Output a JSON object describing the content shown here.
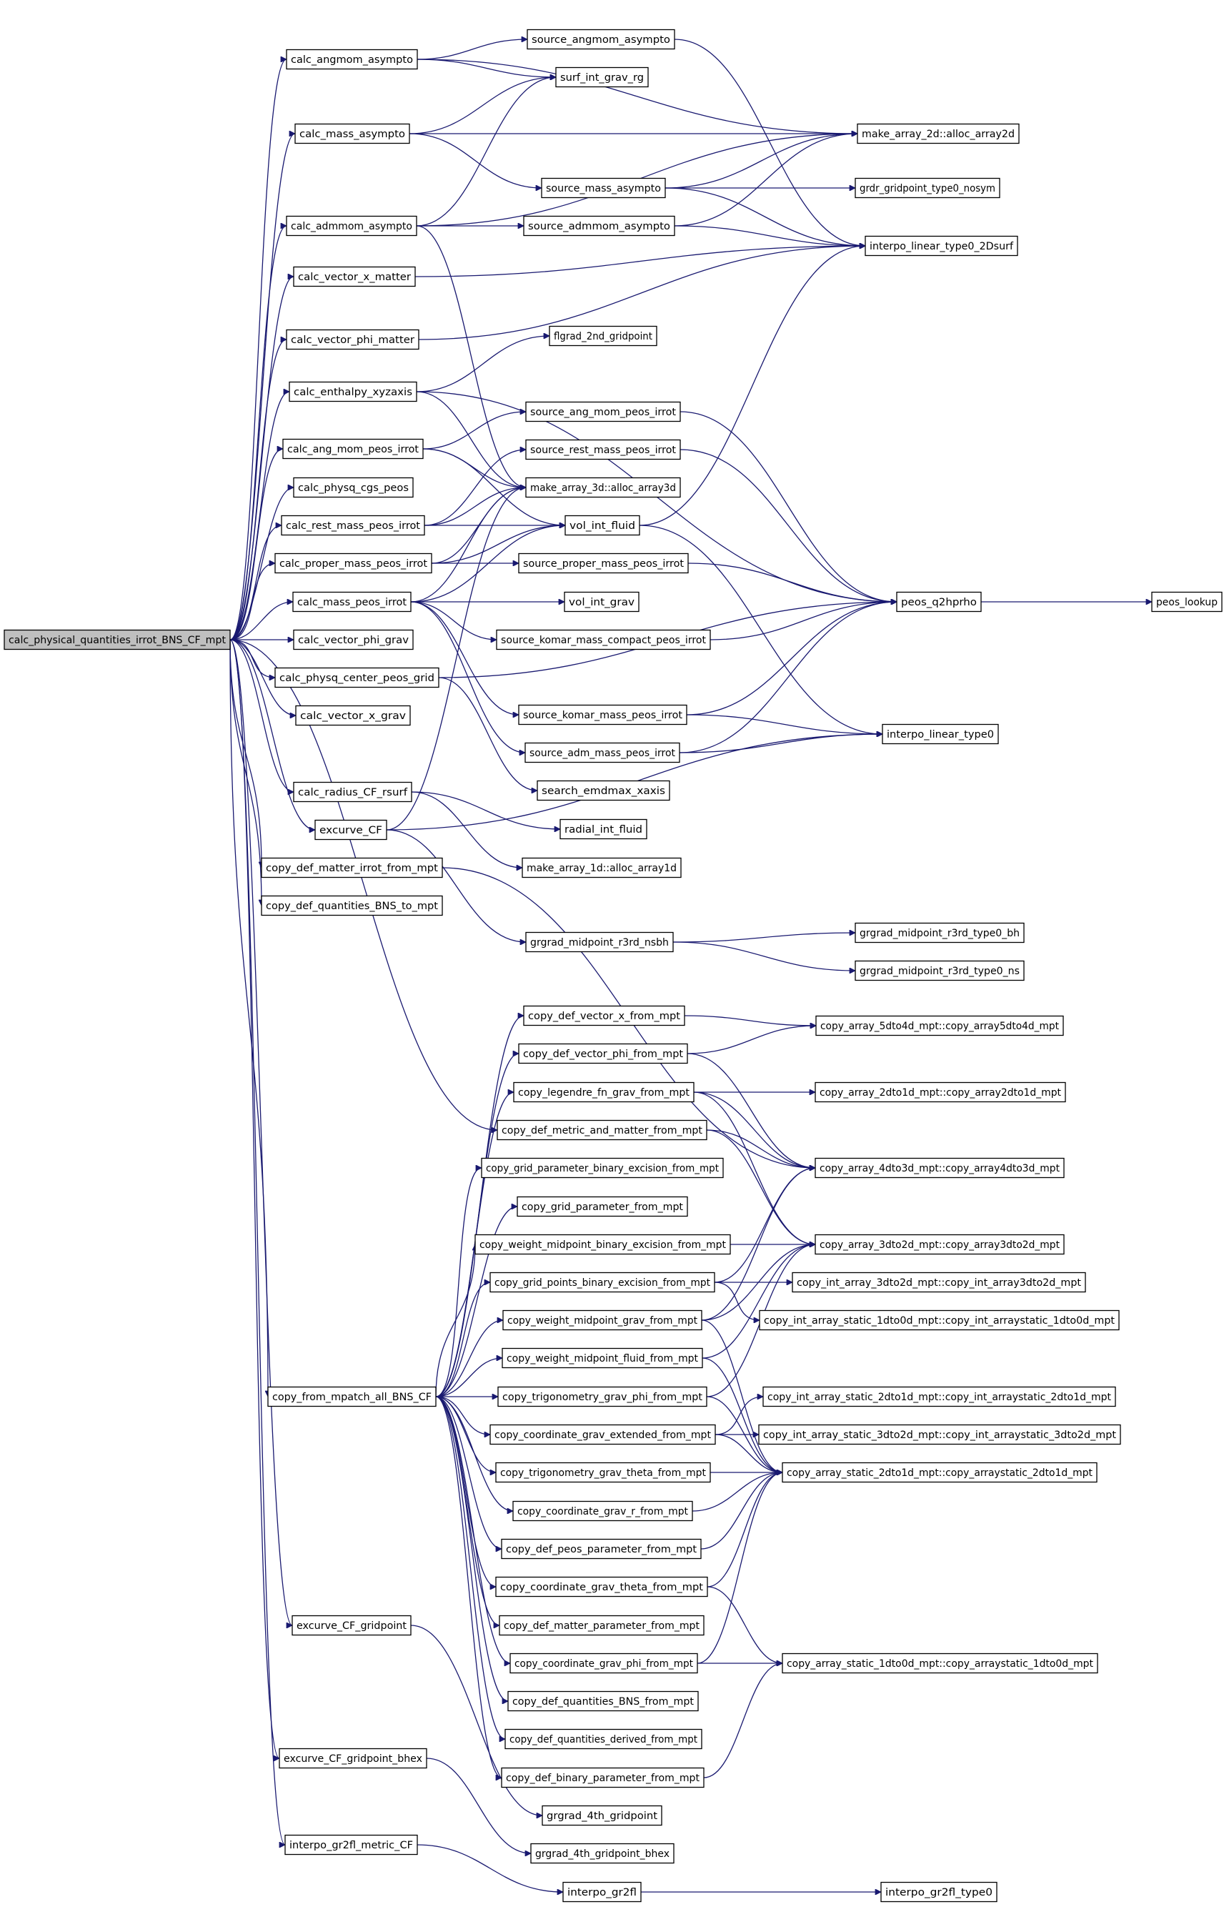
{
  "root": "calc_physical_quantities_irrot_BNS_CF_mpt",
  "node_ids": [
    "root",
    "n1",
    "n2",
    "n3",
    "n4",
    "n5",
    "n6",
    "n7",
    "n8",
    "n9",
    "n10",
    "n11",
    "n12",
    "n13",
    "n14",
    "n15",
    "n16",
    "n17",
    "n18",
    "n19",
    "n20",
    "n21",
    "n22",
    "n23",
    "n24",
    "n25",
    "n26",
    "n27",
    "n28",
    "n29",
    "n30",
    "n31",
    "n32",
    "n33",
    "n34",
    "n35",
    "n36",
    "n37",
    "n38",
    "n39",
    "n40",
    "n41",
    "n42",
    "n43",
    "n44",
    "n45",
    "n46",
    "n47",
    "n48",
    "n49",
    "n50",
    "n51",
    "n52",
    "n53",
    "n54",
    "n55",
    "n56",
    "n57",
    "n58",
    "n59",
    "n60",
    "n61",
    "n62",
    "n63",
    "n64",
    "n65",
    "n66",
    "n67",
    "n68",
    "n69",
    "n70",
    "n71",
    "n72",
    "n73",
    "n74",
    "n75",
    "n76",
    "n77",
    "n78",
    "n79",
    "n80",
    "n81",
    "n82",
    "n83"
  ],
  "labels": {
    "root": "calc_physical_quantities_irrot_BNS_CF_mpt",
    "n1": "calc_angmom_asympto",
    "n2": "source_angmom_asympto",
    "n3": "surf_int_grav_rg",
    "n4": "calc_mass_asympto",
    "n5": "make_array_2d::alloc_array2d",
    "n6": "source_mass_asympto",
    "n7": "grdr_gridpoint_type0_nosym",
    "n8": "calc_admmom_asympto",
    "n9": "source_admmom_asympto",
    "n10": "interpo_linear_type0_2Dsurf",
    "n11": "calc_vector_x_matter",
    "n12": "calc_vector_phi_matter",
    "n13": "flgrad_2nd_gridpoint",
    "n14": "calc_enthalpy_xyzaxis",
    "n15": "source_ang_mom_peos_irrot",
    "n16": "calc_ang_mom_peos_irrot",
    "n17": "source_rest_mass_peos_irrot",
    "n18": "calc_physq_cgs_peos",
    "n19": "make_array_3d::alloc_array3d",
    "n20": "calc_rest_mass_peos_irrot",
    "n21": "vol_int_fluid",
    "n22": "calc_proper_mass_peos_irrot",
    "n23": "source_proper_mass_peos_irrot",
    "n24": "calc_mass_peos_irrot",
    "n25": "vol_int_grav",
    "n26": "peos_q2hprho",
    "n27": "peos_lookup",
    "n28": "source_komar_mass_compact_peos_irrot",
    "n29": "calc_vector_phi_grav",
    "n30": "calc_physq_center_peos_grid",
    "n31": "calc_vector_x_grav",
    "n32": "source_komar_mass_peos_irrot",
    "n33": "source_adm_mass_peos_irrot",
    "n34": "interpo_linear_type0",
    "n35": "search_emdmax_xaxis",
    "n36": "calc_radius_CF_rsurf",
    "n37": "radial_int_fluid",
    "n38": "excurve_CF",
    "n39": "make_array_1d::alloc_array1d",
    "n40": "copy_def_matter_irrot_from_mpt",
    "n41": "copy_def_quantities_BNS_to_mpt",
    "n42": "grgrad_midpoint_r3rd_nsbh",
    "n43": "grgrad_midpoint_r3rd_type0_bh",
    "n44": "grgrad_midpoint_r3rd_type0_ns",
    "n45": "copy_def_vector_x_from_mpt",
    "n46": "copy_array_5dto4d_mpt::copy_array5dto4d_mpt",
    "n47": "copy_def_vector_phi_from_mpt",
    "n48": "copy_legendre_fn_grav_from_mpt",
    "n49": "copy_array_2dto1d_mpt::copy_array2dto1d_mpt",
    "n50": "copy_def_metric_and_matter_from_mpt",
    "n51": "copy_grid_parameter_binary_excision_from_mpt",
    "n52": "copy_array_4dto3d_mpt::copy_array4dto3d_mpt",
    "n53": "copy_grid_parameter_from_mpt",
    "n54": "copy_weight_midpoint_binary_excision_from_mpt",
    "n55": "copy_array_3dto2d_mpt::copy_array3dto2d_mpt",
    "n56": "copy_grid_points_binary_excision_from_mpt",
    "n57": "copy_int_array_3dto2d_mpt::copy_int_array3dto2d_mpt",
    "n58": "copy_weight_midpoint_grav_from_mpt",
    "n59": "copy_int_array_static_1dto0d_mpt::copy_int_arraystatic_1dto0d_mpt",
    "n60": "copy_weight_midpoint_fluid_from_mpt",
    "n61": "copy_from_mpatch_all_BNS_CF",
    "n62": "copy_trigonometry_grav_phi_from_mpt",
    "n63": "copy_int_array_static_2dto1d_mpt::copy_int_arraystatic_2dto1d_mpt",
    "n64": "copy_coordinate_grav_extended_from_mpt",
    "n65": "copy_int_array_static_3dto2d_mpt::copy_int_arraystatic_3dto2d_mpt",
    "n66": "copy_trigonometry_grav_theta_from_mpt",
    "n67": "copy_array_static_2dto1d_mpt::copy_arraystatic_2dto1d_mpt",
    "n68": "copy_coordinate_grav_r_from_mpt",
    "n69": "copy_def_peos_parameter_from_mpt",
    "n70": "copy_coordinate_grav_theta_from_mpt",
    "n71": "excurve_CF_gridpoint",
    "n72": "copy_def_matter_parameter_from_mpt",
    "n73": "copy_coordinate_grav_phi_from_mpt",
    "n74": "copy_array_static_1dto0d_mpt::copy_arraystatic_1dto0d_mpt",
    "n75": "copy_def_quantities_BNS_from_mpt",
    "n76": "copy_def_quantities_derived_from_mpt",
    "n77": "excurve_CF_gridpoint_bhex",
    "n78": "copy_def_binary_parameter_from_mpt",
    "n79": "grgrad_4th_gridpoint",
    "n80": "grgrad_4th_gridpoint_bhex",
    "n81": "interpo_gr2fl_metric_CF",
    "n82": "interpo_gr2fl",
    "n83": "interpo_gr2fl_type0"
  },
  "edges": [
    [
      "root",
      "n1"
    ],
    [
      "root",
      "n4"
    ],
    [
      "root",
      "n8"
    ],
    [
      "root",
      "n11"
    ],
    [
      "root",
      "n12"
    ],
    [
      "root",
      "n14"
    ],
    [
      "root",
      "n16"
    ],
    [
      "root",
      "n18"
    ],
    [
      "root",
      "n20"
    ],
    [
      "root",
      "n22"
    ],
    [
      "root",
      "n24"
    ],
    [
      "root",
      "n29"
    ],
    [
      "root",
      "n30"
    ],
    [
      "root",
      "n31"
    ],
    [
      "root",
      "n36"
    ],
    [
      "root",
      "n38"
    ],
    [
      "root",
      "n40"
    ],
    [
      "root",
      "n41"
    ],
    [
      "root",
      "n50"
    ],
    [
      "root",
      "n61"
    ],
    [
      "root",
      "n71"
    ],
    [
      "root",
      "n77"
    ],
    [
      "root",
      "n81"
    ],
    [
      "n1",
      "n2"
    ],
    [
      "n1",
      "n3"
    ],
    [
      "n1",
      "n5"
    ],
    [
      "n2",
      "n10"
    ],
    [
      "n4",
      "n3"
    ],
    [
      "n4",
      "n5"
    ],
    [
      "n4",
      "n6"
    ],
    [
      "n6",
      "n5"
    ],
    [
      "n6",
      "n7"
    ],
    [
      "n6",
      "n10"
    ],
    [
      "n8",
      "n3"
    ],
    [
      "n8",
      "n5"
    ],
    [
      "n8",
      "n9"
    ],
    [
      "n8",
      "n19"
    ],
    [
      "n9",
      "n5"
    ],
    [
      "n9",
      "n10"
    ],
    [
      "n11",
      "n10"
    ],
    [
      "n12",
      "n10"
    ],
    [
      "n14",
      "n13"
    ],
    [
      "n14",
      "n19"
    ],
    [
      "n14",
      "n26"
    ],
    [
      "n16",
      "n15"
    ],
    [
      "n16",
      "n19"
    ],
    [
      "n16",
      "n21"
    ],
    [
      "n15",
      "n26"
    ],
    [
      "n17",
      "n26"
    ],
    [
      "n20",
      "n17"
    ],
    [
      "n20",
      "n19"
    ],
    [
      "n20",
      "n21"
    ],
    [
      "n21",
      "n10"
    ],
    [
      "n21",
      "n34"
    ],
    [
      "n22",
      "n19"
    ],
    [
      "n22",
      "n21"
    ],
    [
      "n22",
      "n23"
    ],
    [
      "n23",
      "n26"
    ],
    [
      "n24",
      "n19"
    ],
    [
      "n24",
      "n21"
    ],
    [
      "n24",
      "n25"
    ],
    [
      "n24",
      "n28"
    ],
    [
      "n24",
      "n32"
    ],
    [
      "n24",
      "n33"
    ],
    [
      "n28",
      "n26"
    ],
    [
      "n32",
      "n26"
    ],
    [
      "n32",
      "n34"
    ],
    [
      "n33",
      "n26"
    ],
    [
      "n33",
      "n34"
    ],
    [
      "n26",
      "n27"
    ],
    [
      "n30",
      "n26"
    ],
    [
      "n30",
      "n35"
    ],
    [
      "n36",
      "n37"
    ],
    [
      "n36",
      "n39"
    ],
    [
      "n38",
      "n19"
    ],
    [
      "n38",
      "n34"
    ],
    [
      "n38",
      "n42"
    ],
    [
      "n42",
      "n43"
    ],
    [
      "n42",
      "n44"
    ],
    [
      "n40",
      "n52"
    ],
    [
      "n45",
      "n46"
    ],
    [
      "n47",
      "n46"
    ],
    [
      "n47",
      "n52"
    ],
    [
      "n48",
      "n49"
    ],
    [
      "n48",
      "n52"
    ],
    [
      "n48",
      "n55"
    ],
    [
      "n50",
      "n52"
    ],
    [
      "n50",
      "n55"
    ],
    [
      "n54",
      "n55"
    ],
    [
      "n56",
      "n57"
    ],
    [
      "n56",
      "n59"
    ],
    [
      "n56",
      "n52"
    ],
    [
      "n58",
      "n52"
    ],
    [
      "n58",
      "n55"
    ],
    [
      "n58",
      "n67"
    ],
    [
      "n60",
      "n55"
    ],
    [
      "n60",
      "n67"
    ],
    [
      "n62",
      "n55"
    ],
    [
      "n62",
      "n67"
    ],
    [
      "n64",
      "n63"
    ],
    [
      "n64",
      "n65"
    ],
    [
      "n64",
      "n67"
    ],
    [
      "n66",
      "n67"
    ],
    [
      "n68",
      "n67"
    ],
    [
      "n69",
      "n67"
    ],
    [
      "n70",
      "n67"
    ],
    [
      "n70",
      "n74"
    ],
    [
      "n73",
      "n67"
    ],
    [
      "n73",
      "n74"
    ],
    [
      "n78",
      "n74"
    ],
    [
      "n61",
      "n45"
    ],
    [
      "n61",
      "n47"
    ],
    [
      "n61",
      "n48"
    ],
    [
      "n61",
      "n51"
    ],
    [
      "n61",
      "n53"
    ],
    [
      "n61",
      "n54"
    ],
    [
      "n61",
      "n56"
    ],
    [
      "n61",
      "n58"
    ],
    [
      "n61",
      "n60"
    ],
    [
      "n61",
      "n62"
    ],
    [
      "n61",
      "n64"
    ],
    [
      "n61",
      "n66"
    ],
    [
      "n61",
      "n68"
    ],
    [
      "n61",
      "n69"
    ],
    [
      "n61",
      "n70"
    ],
    [
      "n61",
      "n72"
    ],
    [
      "n61",
      "n73"
    ],
    [
      "n61",
      "n75"
    ],
    [
      "n61",
      "n76"
    ],
    [
      "n61",
      "n78"
    ],
    [
      "n71",
      "n79"
    ],
    [
      "n77",
      "n80"
    ],
    [
      "n81",
      "n82"
    ],
    [
      "n82",
      "n83"
    ]
  ]
}
